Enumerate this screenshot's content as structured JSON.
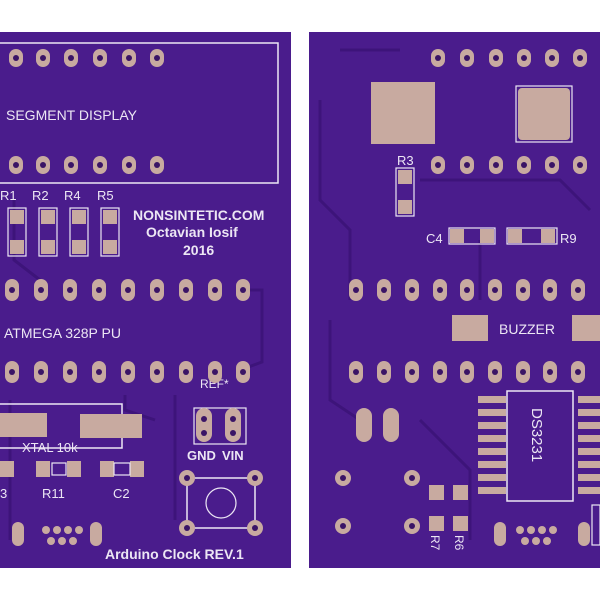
{
  "left_board": {
    "display_label": "SEGMENT DISPLAY",
    "resistors_top": [
      "R1",
      "R2",
      "R4",
      "R5"
    ],
    "maker": "NONSINTETIC.COM",
    "author": "Octavian Iosif",
    "year": "2016",
    "chip_label": "ATMEGA 328P PU",
    "aref_label": "REF*",
    "crystal_label": "XTAL 10k",
    "gnd_label": "GND",
    "vin_label": "VIN",
    "bottom_left_label": "3",
    "r11_label": "R11",
    "c2_label": "C2",
    "title": "Arduino Clock REV.1"
  },
  "right_board": {
    "r3_label": "R3",
    "c4_label": "C4",
    "r9_label": "R9",
    "buzzer_label": "BUZZER",
    "rtc_label": "DS3231",
    "r7_label": "R7",
    "r6_label": "R6"
  },
  "colors": {
    "background": "#ffffff",
    "board": "#4a1c8c",
    "trace": "#3f167c",
    "silkscreen": "#ece6f4",
    "pad": "#c8aaa0",
    "drill": "#3a1466"
  }
}
